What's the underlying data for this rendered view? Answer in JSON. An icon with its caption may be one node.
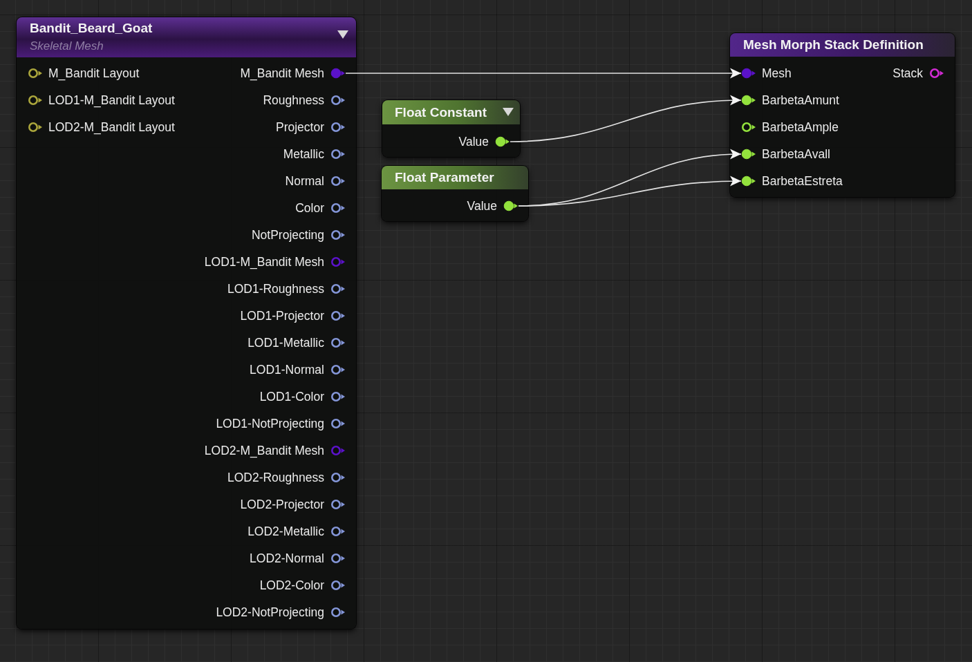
{
  "diagram": {
    "nodes": [
      {
        "text": [
          "Bandit_Beard_Goat",
          "Skeletal Mesh"
        ]
      },
      {
        "text": [],
        "shape": "ring",
        "in": 0,
        "beside": [
          "M_Bandit Layout"
        ]
      },
      {
        "text": [],
        "shape": "circle",
        "in": 0,
        "beside": [
          "M_Bandit Mesh"
        ]
      },
      {
        "text": [],
        "shape": "ring",
        "in": 0,
        "beside": [
          "LOD1-M_Bandit Layout"
        ]
      },
      {
        "text": [],
        "shape": "ring",
        "in": 0,
        "beside": [
          "Roughness"
        ]
      },
      {
        "text": [],
        "shape": "ring",
        "in": 0,
        "beside": [
          "LOD2-M_Bandit Layout"
        ]
      },
      {
        "text": [],
        "shape": "ring",
        "in": 0,
        "beside": [
          "Projector"
        ]
      },
      {
        "text": [],
        "shape": "ring",
        "in": 0,
        "beside": [
          "Metallic"
        ]
      },
      {
        "text": [],
        "shape": "ring",
        "in": 0,
        "beside": [
          "Normal"
        ]
      },
      {
        "text": [],
        "shape": "ring",
        "in": 0,
        "beside": [
          "Color"
        ]
      },
      {
        "text": [],
        "shape": "ring",
        "in": 0,
        "beside": [
          "NotProjecting"
        ]
      },
      {
        "text": [],
        "shape": "ring",
        "in": 0,
        "beside": [
          "LOD1-M_Bandit Mesh"
        ]
      },
      {
        "text": [],
        "shape": "ring",
        "in": 0,
        "beside": [
          "LOD1-Roughness"
        ]
      },
      {
        "text": [],
        "shape": "ring",
        "in": 0,
        "beside": [
          "LOD1-Projector"
        ]
      },
      {
        "text": [],
        "shape": "ring",
        "in": 0,
        "beside": [
          "LOD1-Metallic"
        ]
      },
      {
        "text": [],
        "shape": "ring",
        "in": 0,
        "beside": [
          "LOD1-Normal"
        ]
      },
      {
        "text": [],
        "shape": "ring",
        "in": 0,
        "beside": [
          "LOD1-Color"
        ]
      },
      {
        "text": [],
        "shape": "ring",
        "in": 0,
        "beside": [
          "LOD1-NotProjecting"
        ]
      },
      {
        "text": [],
        "shape": "ring",
        "in": 0,
        "beside": [
          "LOD2-M_Bandit Mesh"
        ]
      },
      {
        "text": [],
        "shape": "ring",
        "in": 0,
        "beside": [
          "LOD2-Roughness"
        ]
      },
      {
        "text": [],
        "shape": "ring",
        "in": 0,
        "beside": [
          "LOD2-Projector"
        ]
      },
      {
        "text": [],
        "shape": "ring",
        "in": 0,
        "beside": [
          "LOD2-Metallic"
        ]
      },
      {
        "text": [],
        "shape": "ring",
        "in": 0,
        "beside": [
          "LOD2-Normal"
        ]
      },
      {
        "text": [],
        "shape": "ring",
        "in": 0,
        "beside": [
          "LOD2-Color"
        ]
      },
      {
        "text": [],
        "shape": "ring",
        "in": 0,
        "beside": [
          "LOD2-NotProjecting"
        ]
      },
      {
        "text": [
          "Float Constant"
        ]
      },
      {
        "text": [],
        "shape": "circle",
        "in": 25,
        "beside": [
          "Value"
        ]
      },
      {
        "text": [
          "Float Parameter"
        ]
      },
      {
        "text": [],
        "shape": "circle",
        "in": 27,
        "beside": [
          "Value"
        ]
      },
      {
        "text": [
          "Mesh Morph Stack Definition"
        ]
      },
      {
        "text": [],
        "shape": "circle",
        "in": 29,
        "beside": [
          "Mesh"
        ]
      },
      {
        "text": [],
        "shape": "ring",
        "in": 29,
        "beside": [
          "Stack"
        ]
      },
      {
        "text": [],
        "shape": "circle",
        "in": 29,
        "beside": [
          "BarbetaAmunt"
        ]
      },
      {
        "text": [],
        "shape": "ring",
        "in": 29,
        "beside": [
          "BarbetaAmple"
        ]
      },
      {
        "text": [],
        "shape": "circle",
        "in": 29,
        "beside": [
          "BarbetaAvall"
        ]
      },
      {
        "text": [],
        "shape": "circle",
        "in": 29,
        "beside": [
          "BarbetaEstreta"
        ]
      }
    ],
    "edges": [
      {
        "from": 2,
        "to": 30,
        "arrow": "to"
      },
      {
        "from": 26,
        "to": 32,
        "arrow": "to"
      },
      {
        "from": 28,
        "to": 34,
        "arrow": "to"
      },
      {
        "from": 28,
        "to": 35,
        "arrow": "to"
      }
    ]
  }
}
